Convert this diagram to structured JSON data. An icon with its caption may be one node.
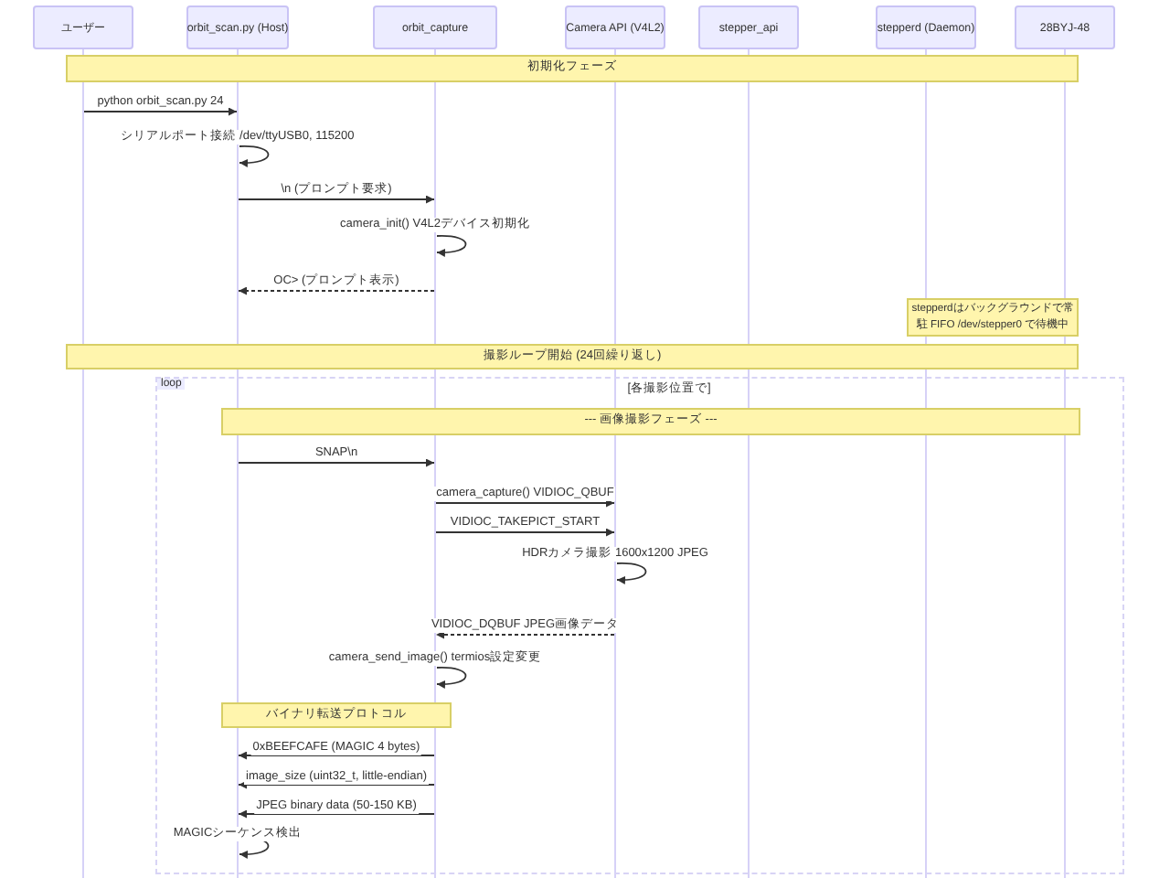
{
  "diagram": {
    "nodes": [
      {
        "text": [
          "ユーザー"
        ]
      },
      {
        "text": [
          "orbit_scan.py (Host)"
        ]
      },
      {
        "text": [
          "orbit_capture"
        ]
      },
      {
        "text": [
          "Camera API (V4L2)"
        ]
      },
      {
        "text": [
          "stepper_api"
        ]
      },
      {
        "text": [
          "stepperd (Daemon)"
        ]
      },
      {
        "text": [
          "28BYJ-48"
        ]
      },
      {
        "text": [
          "初期化フェーズ"
        ]
      },
      {
        "text": [
          "stepperdはバックグラウンドで常駐 FIFO /dev/stepper0 で待機中"
        ]
      },
      {
        "text": [
          "撮影ループ開始 (24回繰り返し)"
        ]
      },
      {
        "text": [
          "loop",
          "[各撮影位置で]"
        ]
      },
      {
        "text": [
          "--- 画像撮影フェーズ ---"
        ],
        "in": 10
      },
      {
        "text": [
          "バイナリ転送プロトコル"
        ],
        "in": 10
      }
    ],
    "edges": [
      {
        "from": 0,
        "to": 1,
        "arrow": "to",
        "label": "python orbit_scan.py 24"
      },
      {
        "from": 1,
        "to": 1,
        "arrow": "to",
        "label": "シリアルポート接続 /dev/ttyUSB0, 115200"
      },
      {
        "from": 1,
        "to": 2,
        "arrow": "to",
        "label": "\\n (プロンプト要求)"
      },
      {
        "from": 2,
        "to": 2,
        "arrow": "to",
        "label": "camera_init() V4L2デバイス初期化"
      },
      {
        "from": 2,
        "to": 1,
        "arrow": "to",
        "label": "OC> (プロンプト表示)",
        "style": "dashed"
      },
      {
        "from": 1,
        "to": 2,
        "arrow": "to",
        "label": "SNAP\\n"
      },
      {
        "from": 2,
        "to": 3,
        "arrow": "to",
        "label": "camera_capture() VIDIOC_QBUF"
      },
      {
        "from": 2,
        "to": 3,
        "arrow": "to",
        "label": "VIDIOC_TAKEPICT_START"
      },
      {
        "from": 3,
        "to": 3,
        "arrow": "to",
        "label": "HDRカメラ撮影 1600x1200 JPEG"
      },
      {
        "from": 3,
        "to": 2,
        "arrow": "to",
        "label": "VIDIOC_DQBUF JPEG画像データ",
        "style": "dashed"
      },
      {
        "from": 2,
        "to": 2,
        "arrow": "to",
        "label": "camera_send_image() termios設定変更"
      },
      {
        "from": 2,
        "to": 1,
        "arrow": "to",
        "label": "0xBEEFCAFE (MAGIC 4 bytes)"
      },
      {
        "from": 2,
        "to": 1,
        "arrow": "to",
        "label": "image_size (uint32_t, little-endian)"
      },
      {
        "from": 2,
        "to": 1,
        "arrow": "to",
        "label": "JPEG binary data (50-150 KB)"
      },
      {
        "from": 1,
        "to": 1,
        "arrow": "to",
        "label": "MAGICシーケンス検出"
      }
    ]
  }
}
